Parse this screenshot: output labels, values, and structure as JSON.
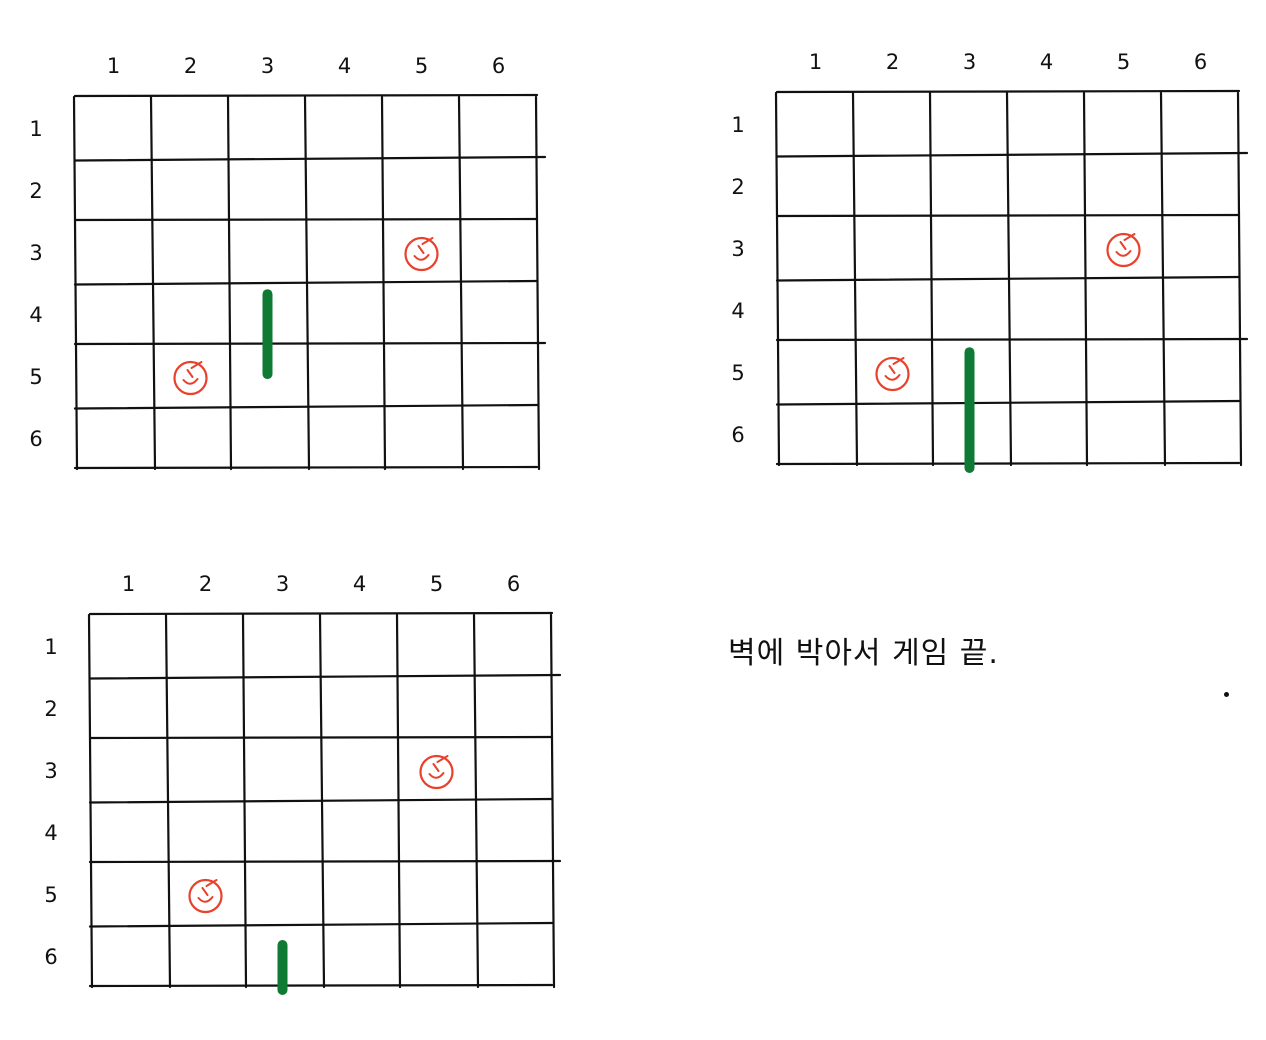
{
  "boards": [
    {
      "id": "board-1",
      "snake": {
        "col": 3,
        "rows": [
          4,
          5
        ]
      },
      "apples": [
        {
          "col": 5,
          "row": 3
        },
        {
          "col": 2,
          "row": 5
        }
      ]
    },
    {
      "id": "board-2",
      "snake": {
        "col": 3,
        "rows": [
          5,
          6
        ]
      },
      "apples": [
        {
          "col": 5,
          "row": 3
        },
        {
          "col": 2,
          "row": 5
        }
      ]
    },
    {
      "id": "board-3",
      "snake": {
        "col": 3,
        "rows": [
          6,
          6
        ]
      },
      "apples": [
        {
          "col": 5,
          "row": 3
        },
        {
          "col": 2,
          "row": 5
        }
      ]
    }
  ],
  "column_labels": [
    "1",
    "2",
    "3",
    "4",
    "5",
    "6"
  ],
  "row_labels": [
    "1",
    "2",
    "3",
    "4",
    "5",
    "6"
  ],
  "caption": "벽에 박아서 게임 끝.",
  "colors": {
    "snake": "#0f7a34",
    "apple": "#e8412c",
    "ink": "#111111"
  }
}
